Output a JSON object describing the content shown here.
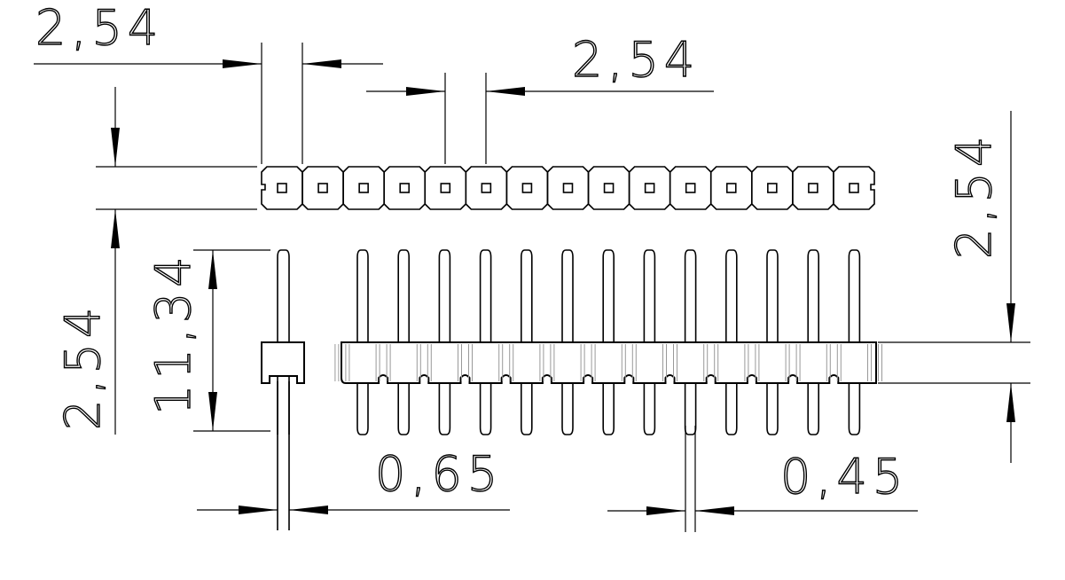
{
  "dimensions": {
    "pitch_top_left": "2,54",
    "pitch_top_center": "2,54",
    "width_left": "2,54",
    "pin_length": "11,34",
    "pin_width_side": "0,65",
    "pin_width_front": "0,45",
    "body_height_right": "2,54"
  },
  "header": {
    "positions": 15,
    "pins_front": 13
  },
  "colors": {
    "line": "#000000",
    "background": "#ffffff"
  }
}
